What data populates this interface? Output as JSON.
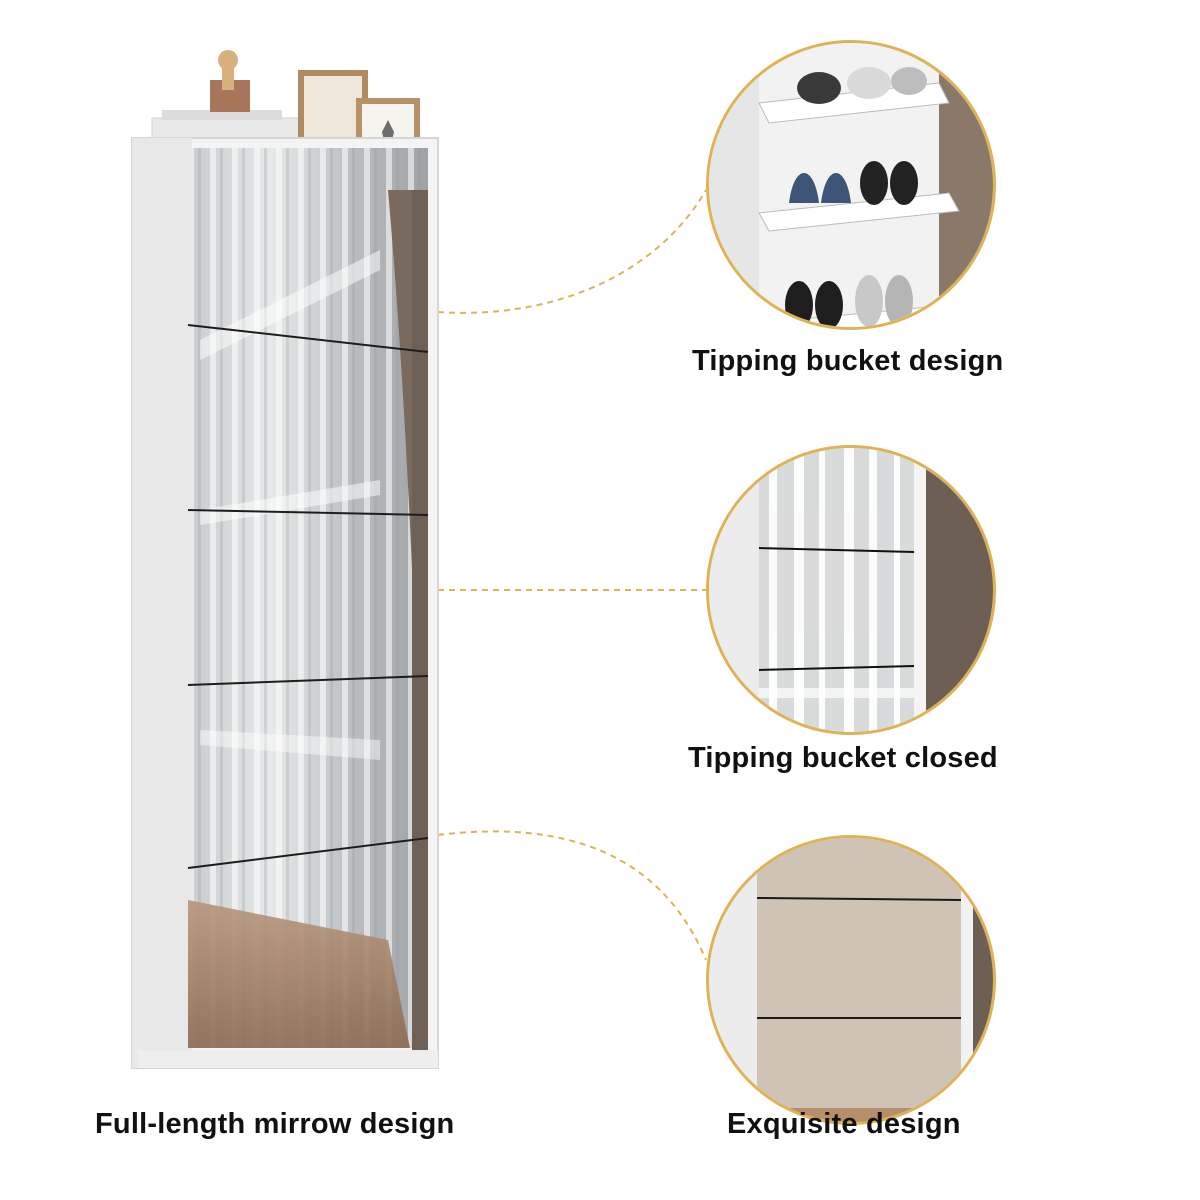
{
  "captions": {
    "main": "Full-length mirrow design",
    "detail_1": "Tipping bucket design",
    "detail_2": "Tipping bucket closed",
    "detail_3": "Exquisite design"
  },
  "colors": {
    "accent_ring": "#dfb254",
    "cabinet_white": "#f4f4f4",
    "curtain_brown": "#7a6a5e"
  }
}
